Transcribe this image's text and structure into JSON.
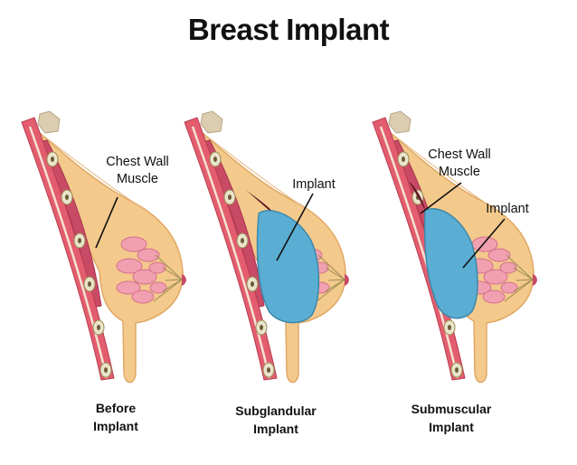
{
  "title": "Breast Implant",
  "colors": {
    "skin": "#f4c98c",
    "muscle": "#c94a64",
    "gland": "#f0a0b0",
    "implant": "#5aaed3",
    "bone": "#dccdb0",
    "cavity": "#5e1722"
  },
  "panels": [
    {
      "caption_line1": "Before",
      "caption_line2": "Implant",
      "labels": [
        {
          "line1": "Chest Wall",
          "line2": "Muscle"
        }
      ]
    },
    {
      "caption_line1": "Subglandular",
      "caption_line2": "Implant",
      "labels": [
        {
          "line1": "Implant"
        }
      ]
    },
    {
      "caption_line1": "Submuscular",
      "caption_line2": "Implant",
      "labels": [
        {
          "line1": "Chest Wall",
          "line2": "Muscle"
        },
        {
          "line1": "Implant"
        }
      ]
    }
  ]
}
